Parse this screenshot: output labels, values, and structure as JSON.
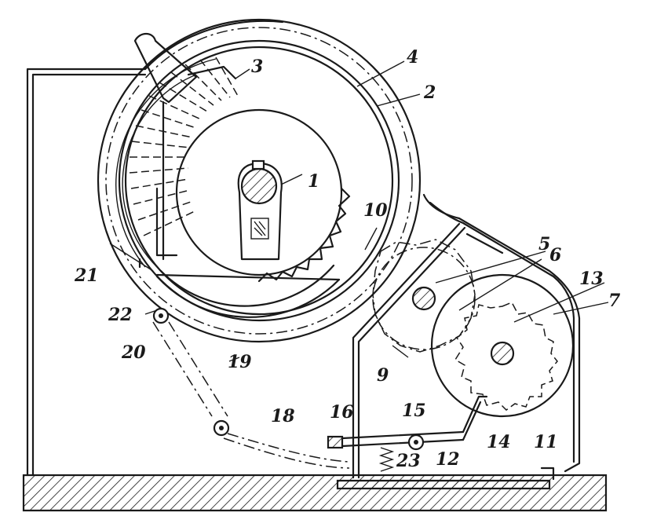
{
  "figure": {
    "labels": [
      {
        "id": "1",
        "text": "1"
      },
      {
        "id": "2",
        "text": "2"
      },
      {
        "id": "3",
        "text": "3"
      },
      {
        "id": "4",
        "text": "4"
      },
      {
        "id": "5",
        "text": "5"
      },
      {
        "id": "6",
        "text": "6"
      },
      {
        "id": "7",
        "text": "7"
      },
      {
        "id": "9",
        "text": "9"
      },
      {
        "id": "10",
        "text": "10"
      },
      {
        "id": "11",
        "text": "11"
      },
      {
        "id": "12",
        "text": "12"
      },
      {
        "id": "13",
        "text": "13"
      },
      {
        "id": "14",
        "text": "14"
      },
      {
        "id": "15",
        "text": "15"
      },
      {
        "id": "16",
        "text": "16"
      },
      {
        "id": "18",
        "text": "18"
      },
      {
        "id": "19",
        "text": "19"
      },
      {
        "id": "20",
        "text": "20"
      },
      {
        "id": "21",
        "text": "21"
      },
      {
        "id": "22",
        "text": "22"
      },
      {
        "id": "23",
        "text": "23"
      }
    ]
  }
}
